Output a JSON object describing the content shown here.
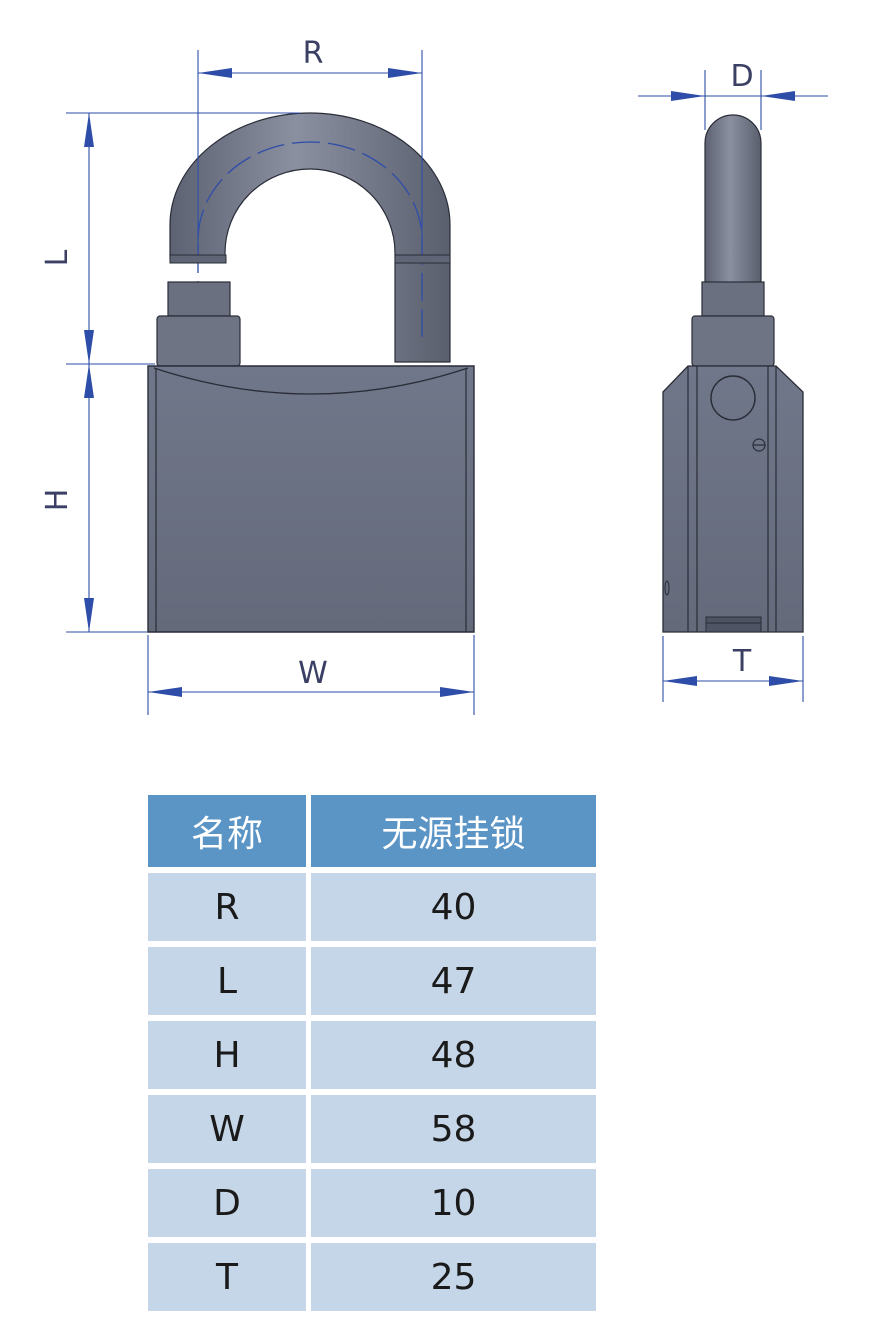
{
  "dimension_labels": {
    "R": "R",
    "L": "L",
    "H": "H",
    "W": "W",
    "D": "D",
    "T": "T"
  },
  "colors": {
    "lock_body": "#676d7d",
    "lock_shackle": "#6b7080",
    "dimension_line": "#2e4da8",
    "table_header": "#5b95c6",
    "table_row": "#c5d6e8"
  },
  "table": {
    "header": [
      "名称",
      "无源挂锁"
    ],
    "rows": [
      [
        "R",
        "40"
      ],
      [
        "L",
        "47"
      ],
      [
        "H",
        "48"
      ],
      [
        "W",
        "58"
      ],
      [
        "D",
        "10"
      ],
      [
        "T",
        "25"
      ]
    ]
  }
}
